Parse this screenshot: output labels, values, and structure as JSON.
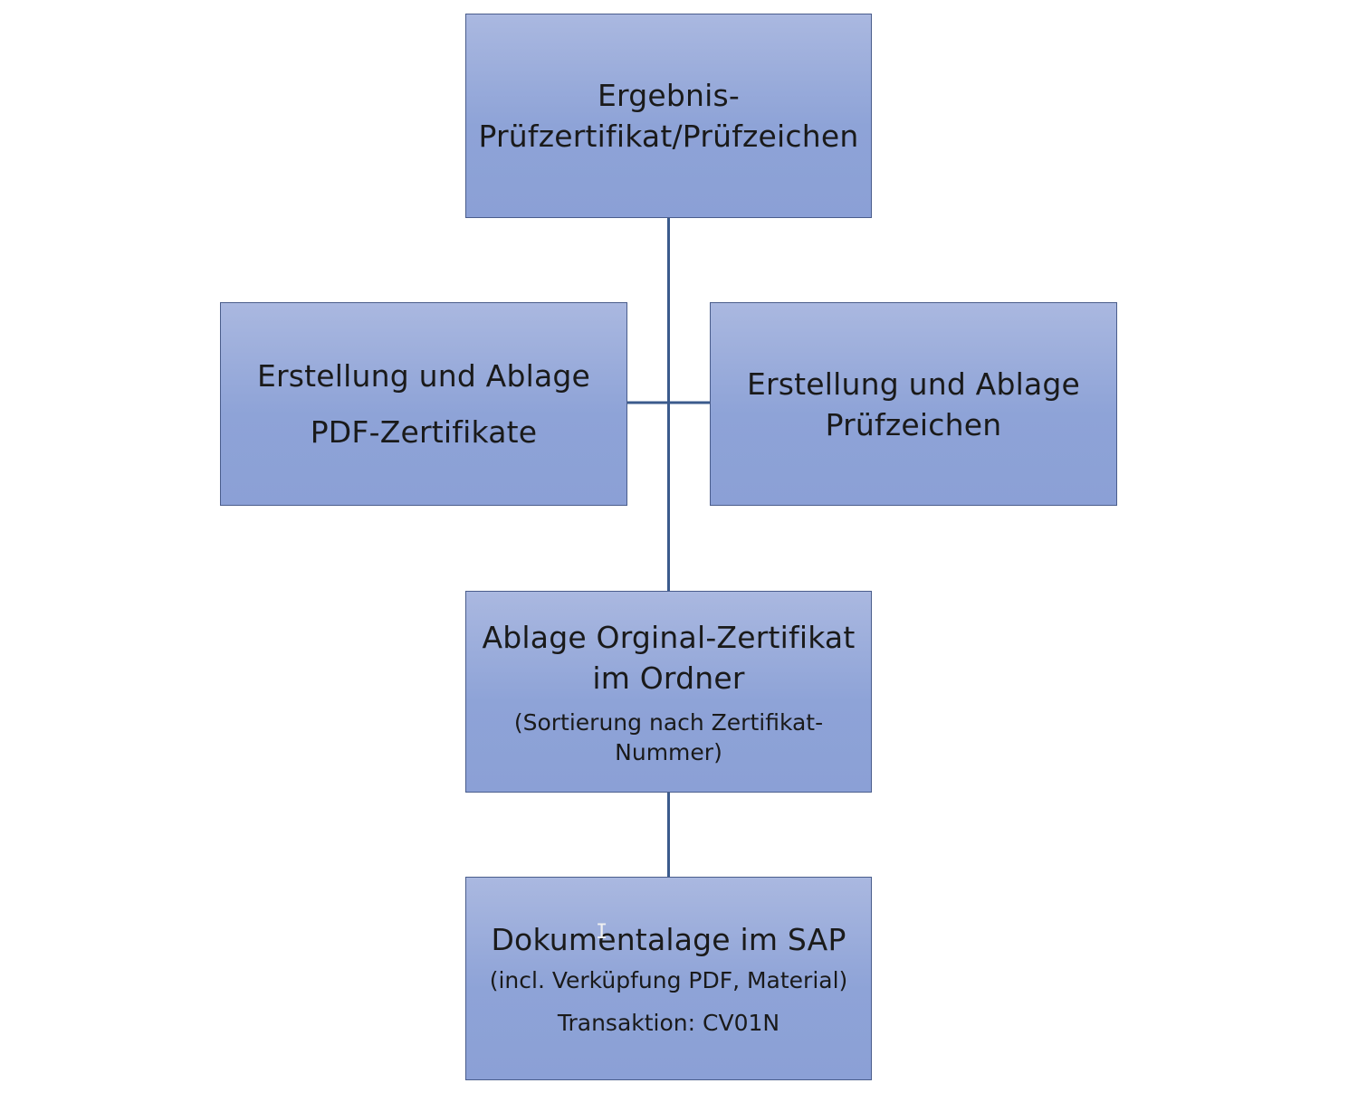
{
  "colors": {
    "box_fill_top": "#aab8e0",
    "box_fill_bottom": "#8ba0d6",
    "box_border": "#4a5d8c",
    "connector": "#3b5b8c"
  },
  "nodes": {
    "top": {
      "line1": "Ergebnis-",
      "line2": "Prüfzertifikat/Prüfzeichen"
    },
    "left": {
      "line1": "Erstellung und Ablage",
      "line2": "PDF-Zertifikate"
    },
    "right": {
      "line1": "Erstellung und Ablage",
      "line2": "Prüfzeichen"
    },
    "middle": {
      "line1": "Ablage Orginal-Zertifikat",
      "line2": "im Ordner",
      "line3": "(Sortierung nach Zertifikat-",
      "line4": "Nummer)"
    },
    "bottom": {
      "line1": "Dokumentalage im SAP",
      "line2": "(incl. Verküpfung PDF, Material)",
      "line3": "Transaktion: CV01N"
    }
  },
  "text_cursor_icon": "I"
}
